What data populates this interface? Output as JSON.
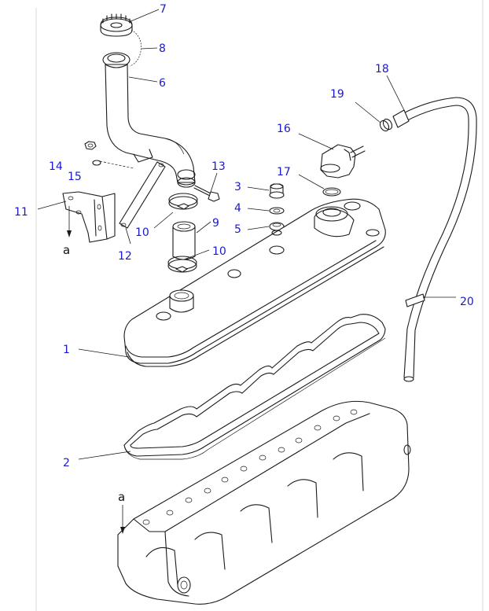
{
  "colors": {
    "callout": "#1a1acc",
    "line": "#1a1a1a",
    "background": "#ffffff"
  },
  "callouts": {
    "c1": "1",
    "c2": "2",
    "c3": "3",
    "c4": "4",
    "c5": "5",
    "c6": "6",
    "c7": "7",
    "c8": "8",
    "c9": "9",
    "c10a": "10",
    "c10b": "10",
    "c11": "11",
    "c12": "12",
    "c13": "13",
    "c14": "14",
    "c15": "15",
    "c16": "16",
    "c17": "17",
    "c18": "18",
    "c19": "19",
    "c20": "20"
  },
  "reference_marks": {
    "upper": "a",
    "lower": "a"
  }
}
